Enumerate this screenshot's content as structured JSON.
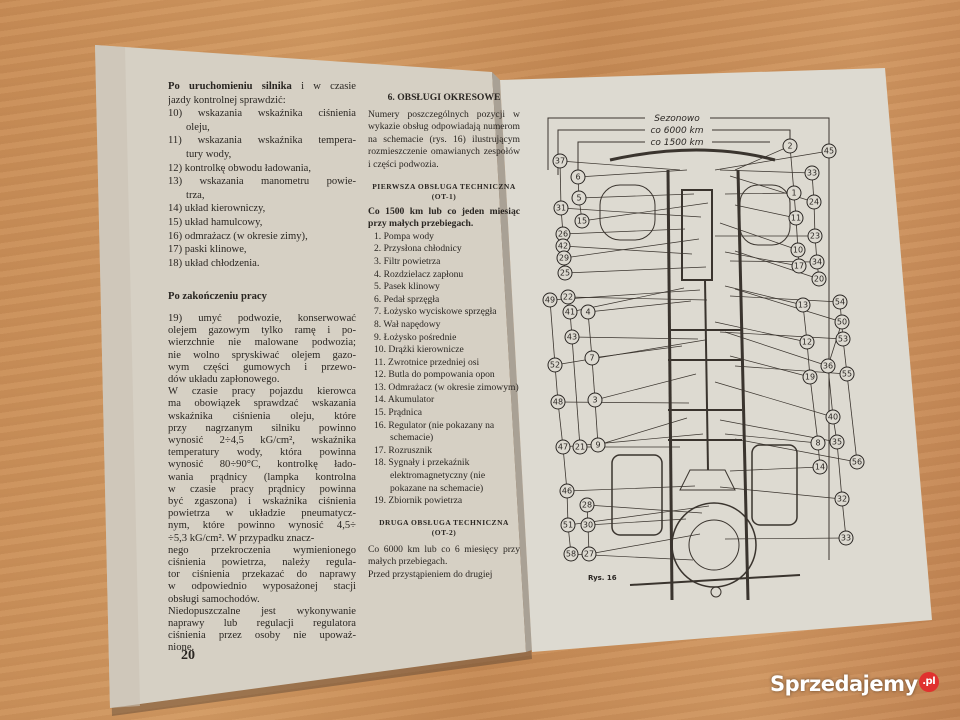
{
  "left_page": {
    "heading1": "Po uruchomieniu silnika",
    "lines1": [
      "i w czasie",
      "jazdy kontrolnej sprawdzić:"
    ],
    "checks": [
      [
        "10) wskazania wskaźnika ciśnienia",
        "oleju,"
      ],
      [
        "11) wskazania wskaźnika tempera-",
        "tury wody,"
      ],
      [
        "12) kontrolkę obwodu ładowania,"
      ],
      [
        "13) wskazania manometru powie-",
        "trza,"
      ],
      [
        "14) układ kierowniczy,"
      ],
      [
        "15) układ hamulcowy,"
      ],
      [
        "16) odmrażacz (w okresie zimy),"
      ],
      [
        "17) paski klinowe,"
      ],
      [
        "18) układ chłodzenia."
      ]
    ],
    "heading2": "Po zakończeniu pracy",
    "body": [
      "19) umyć podwozie, konserwować",
      "olejem gazowym tylko ramę i po-",
      "wierzchnie nie malowane podwozia;",
      "nie wolno spryskiwać olejem gazo-",
      "wym części gumowych i przewo-",
      "dów układu zapłonowego.",
      "W czasie pracy pojazdu kierowca",
      "ma obowiązek sprawdzać wskazania",
      "wskaźnika ciśnienia oleju, które",
      "przy nagrzanym silniku powinno",
      "wynosić 2÷4,5 kG/cm², wskaźnika",
      "temperatury wody, która powinna",
      "wynosić 80÷90°C, kontrolkę łado-",
      "wania prądnicy (lampka kontrolna",
      "w czasie pracy prądnicy powinna",
      "być zgaszona) i wskaźnika ciśnienia",
      "powietrza w układzie pneumatycz-",
      "nym, które powinno wynosić 4,5÷",
      "÷5,3 kG/cm². W przypadku znacz-",
      "nego przekroczenia wymienionego",
      "ciśnienia powietrza, należy regula-",
      "tor ciśnienia przekazać do naprawy",
      "w odpowiednio wyposażonej stacji",
      "obsługi samochodów.",
      "Niedopuszczalne jest wykonywanie",
      "naprawy lub regulacji regulatora",
      "ciśnienia przez osoby nie upoważ-",
      "nione."
    ],
    "page_number": "20"
  },
  "middle_column": {
    "section_title": "6. OBSŁUGI OKRESOWE",
    "intro": "Numery poszczególnych pozycji w wykazie obsług odpowiadają numerom na schemacie (rys. 16) ilustrującym rozmieszczenie omawianych zespołów i części podwozia.",
    "ot1_title": "PIERWSZA OBSŁUGA TECHNICZNA",
    "ot1_code": "(OT-1)",
    "ot1_intro": "Co 1500 km lub co jeden miesiąc przy małych przebiegach.",
    "ot1_items": [
      "1. Pompa wody",
      "2. Przysłona chłodnicy",
      "3. Filtr powietrza",
      "4. Rozdzielacz zapłonu",
      "5. Pasek klinowy",
      "6. Pedał sprzęgła",
      "7. Łożysko wyciskowe sprzęgła",
      "8. Wał napędowy",
      "9. Łożysko pośrednie",
      "10. Drążki kierownicze",
      "11. Zwrotnice przedniej osi",
      "12. Butla do pompowania opon",
      "13. Odmrażacz (w okresie zimowym)",
      "14. Akumulator",
      "15. Prądnica",
      "16. Regulator (nie pokazany na schemacie)",
      "17. Rozrusznik",
      "18. Sygnały i przekaźnik elektromagnetyczny (nie pokazane na schemacie)",
      "19. Zbiornik powietrza"
    ],
    "ot2_title": "DRUGA OBSŁUGA TECHNICZNA",
    "ot2_code": "(OT-2)",
    "ot2_intro": "Co 6000 km lub co 6 miesięcy przy małych przebiegach.",
    "ot2_next": "Przed przystąpieniem do drugiej"
  },
  "diagram": {
    "legend": [
      "Sezonowo",
      "co 6000 km",
      "co 1500 km"
    ],
    "callouts": [
      "37",
      "6",
      "5",
      "31",
      "15",
      "26",
      "42",
      "29",
      "25",
      "2",
      "45",
      "33",
      "1",
      "24",
      "11",
      "23",
      "10",
      "17",
      "34",
      "20",
      "49",
      "22",
      "41",
      "4",
      "43",
      "52",
      "7",
      "48",
      "3",
      "47",
      "21",
      "9",
      "13",
      "54",
      "50",
      "12",
      "53",
      "36",
      "19",
      "55",
      "40",
      "35",
      "8",
      "14",
      "56",
      "46",
      "28",
      "51",
      "30",
      "58",
      "27",
      "32",
      "33"
    ],
    "caption": "Rys. 16"
  },
  "watermark": {
    "text": "Sprzedajemy",
    "suffix": ".pl",
    "brand_color": "#e0312e"
  },
  "colors": {
    "page_left": "#d6d0c4",
    "page_right": "#dcd8cf",
    "ink": "#2a2622",
    "wood": "#c98f58"
  }
}
